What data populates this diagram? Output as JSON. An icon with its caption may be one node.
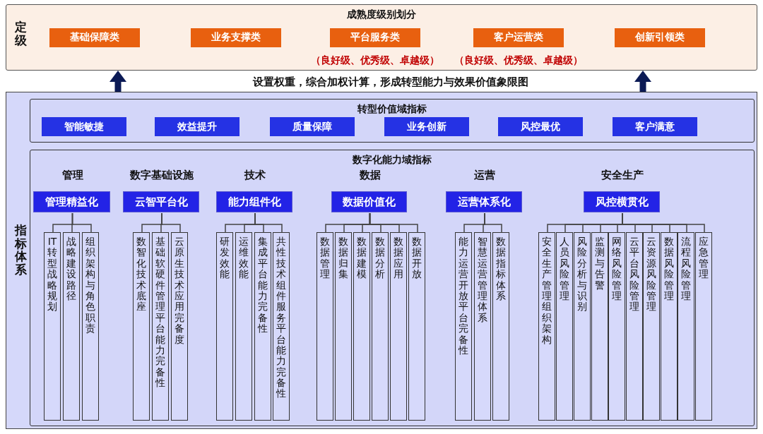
{
  "diagram": {
    "nodes": [
      {
        "text": [
          "定级",
          "成熟度级别划分"
        ]
      },
      {
        "text": [
          "基础保障类"
        ],
        "in": 0
      },
      {
        "text": [
          "业务支撑类"
        ],
        "in": 0
      },
      {
        "text": [
          "平台服务类"
        ],
        "in": 0,
        "beside": [
          "（良好级、优秀级、卓越级）"
        ]
      },
      {
        "text": [
          "客户运营类"
        ],
        "in": 0,
        "beside": [
          "（良好级、优秀级、卓越级）"
        ]
      },
      {
        "text": [
          "创新引领类"
        ],
        "in": 0
      },
      {
        "text": [
          "指标体系"
        ]
      },
      {
        "text": [
          "**转型价值域**指标"
        ],
        "in": 6
      },
      {
        "text": [
          "智能敏捷"
        ],
        "in": 7
      },
      {
        "text": [
          "效益提升"
        ],
        "in": 7
      },
      {
        "text": [
          "质量保障"
        ],
        "in": 7
      },
      {
        "text": [
          "业务创新"
        ],
        "in": 7
      },
      {
        "text": [
          "风控最优"
        ],
        "in": 7
      },
      {
        "text": [
          "客户满意"
        ],
        "in": 7
      },
      {
        "text": [
          "**数字化能力域**指标"
        ],
        "in": 6
      },
      {
        "text": [
          "管理精益化"
        ],
        "in": 14,
        "beside": [
          "管理"
        ]
      },
      {
        "text": [
          "IT转型战略规划"
        ],
        "in": 14
      },
      {
        "text": [
          "战略建设路径"
        ],
        "in": 14
      },
      {
        "text": [
          "组织架构与角色职责"
        ],
        "in": 14
      },
      {
        "text": [
          "云智平台化"
        ],
        "in": 14,
        "beside": [
          "数字基础设施"
        ]
      },
      {
        "text": [
          "数智化技术底座"
        ],
        "in": 14
      },
      {
        "text": [
          "基础软硬件管理平台能力完备性"
        ],
        "in": 14
      },
      {
        "text": [
          "云原生技术应用完备度"
        ],
        "in": 14
      },
      {
        "text": [
          "能力组件化"
        ],
        "in": 14,
        "beside": [
          "技术"
        ]
      },
      {
        "text": [
          "研发效能"
        ],
        "in": 14
      },
      {
        "text": [
          "运维效能"
        ],
        "in": 14
      },
      {
        "text": [
          "集成平台能力完备性"
        ],
        "in": 14
      },
      {
        "text": [
          "共性技术组件服务平台能力完备性"
        ],
        "in": 14
      },
      {
        "text": [
          "数据价值化"
        ],
        "in": 14,
        "beside": [
          "数据"
        ]
      },
      {
        "text": [
          "数据管理"
        ],
        "in": 14
      },
      {
        "text": [
          "数据归集"
        ],
        "in": 14
      },
      {
        "text": [
          "数据建模"
        ],
        "in": 14
      },
      {
        "text": [
          "数据分析"
        ],
        "in": 14
      },
      {
        "text": [
          "数据应用"
        ],
        "in": 14
      },
      {
        "text": [
          "数据开放"
        ],
        "in": 14
      },
      {
        "text": [
          "运营体系化"
        ],
        "in": 14,
        "beside": [
          "运营"
        ]
      },
      {
        "text": [
          "能力运营开放平台完备性"
        ],
        "in": 14
      },
      {
        "text": [
          "智慧运营管理体系"
        ],
        "in": 14
      },
      {
        "text": [
          "数据指标体系"
        ],
        "in": 14
      },
      {
        "text": [
          "风控横贯化"
        ],
        "in": 14,
        "beside": [
          "安全生产"
        ]
      },
      {
        "text": [
          "安全生产管理组织架构"
        ],
        "in": 14
      },
      {
        "text": [
          "人员风险管理"
        ],
        "in": 14
      },
      {
        "text": [
          "风险分析与识别"
        ],
        "in": 14
      },
      {
        "text": [
          "监测与告警"
        ],
        "in": 14
      },
      {
        "text": [
          "网络风险管理"
        ],
        "in": 14
      },
      {
        "text": [
          "云平台风险管理"
        ],
        "in": 14
      },
      {
        "text": [
          "云资源风险管理"
        ],
        "in": 14
      },
      {
        "text": [
          "数据风险管理"
        ],
        "in": 14
      },
      {
        "text": [
          "流程风险管理"
        ],
        "in": 14
      },
      {
        "text": [
          "应急管理"
        ],
        "in": 14
      }
    ],
    "edges": [
      {
        "from": 6,
        "to": 0,
        "arrow": "to",
        "style": "thick",
        "color": "#0b1a55"
      },
      {
        "from": 6,
        "to": 0,
        "arrow": "to",
        "style": "thick",
        "color": "#0b1a55"
      },
      {
        "from": 15,
        "to": 16,
        "arrow": "none"
      },
      {
        "from": 15,
        "to": 17,
        "arrow": "none"
      },
      {
        "from": 15,
        "to": 18,
        "arrow": "none"
      },
      {
        "from": 19,
        "to": 20,
        "arrow": "none"
      },
      {
        "from": 19,
        "to": 21,
        "arrow": "none"
      },
      {
        "from": 19,
        "to": 22,
        "arrow": "none"
      },
      {
        "from": 23,
        "to": 24,
        "arrow": "none"
      },
      {
        "from": 23,
        "to": 25,
        "arrow": "none"
      },
      {
        "from": 23,
        "to": 26,
        "arrow": "none"
      },
      {
        "from": 23,
        "to": 27,
        "arrow": "none"
      },
      {
        "from": 28,
        "to": 29,
        "arrow": "none"
      },
      {
        "from": 28,
        "to": 30,
        "arrow": "none"
      },
      {
        "from": 28,
        "to": 31,
        "arrow": "none"
      },
      {
        "from": 28,
        "to": 32,
        "arrow": "none"
      },
      {
        "from": 28,
        "to": 33,
        "arrow": "none"
      },
      {
        "from": 28,
        "to": 34,
        "arrow": "none"
      },
      {
        "from": 35,
        "to": 36,
        "arrow": "none"
      },
      {
        "from": 35,
        "to": 37,
        "arrow": "none"
      },
      {
        "from": 35,
        "to": 38,
        "arrow": "none"
      },
      {
        "from": 39,
        "to": 40,
        "arrow": "none"
      },
      {
        "from": 39,
        "to": 41,
        "arrow": "none"
      },
      {
        "from": 39,
        "to": 42,
        "arrow": "none"
      },
      {
        "from": 39,
        "to": 43,
        "arrow": "none"
      },
      {
        "from": 39,
        "to": 44,
        "arrow": "none"
      },
      {
        "from": 39,
        "to": 45,
        "arrow": "none"
      },
      {
        "from": 39,
        "to": 46,
        "arrow": "none"
      },
      {
        "from": 39,
        "to": 47,
        "arrow": "none"
      },
      {
        "from": 39,
        "to": 48,
        "arrow": "none"
      },
      {
        "from": 39,
        "to": 49,
        "arrow": "none"
      }
    ],
    "labels": [
      "设置权重，综合加权计算，形成转型能力与效果价值象限图"
    ]
  }
}
